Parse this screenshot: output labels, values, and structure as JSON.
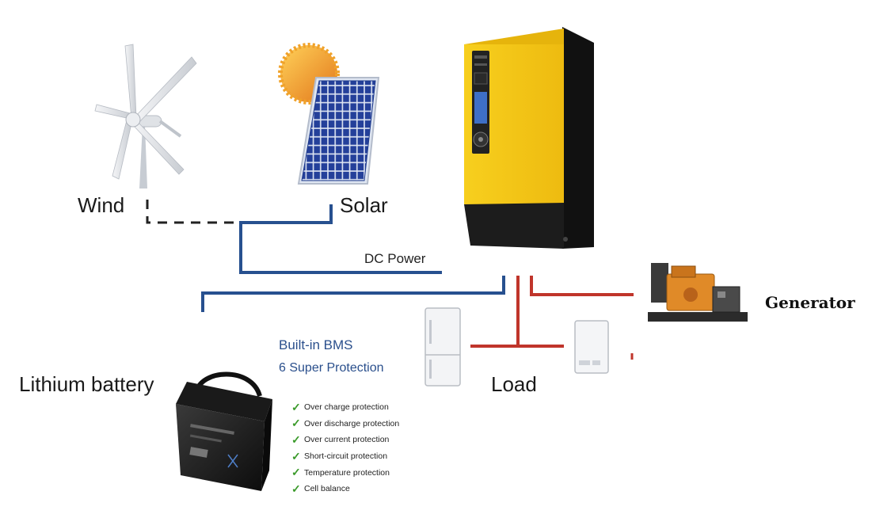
{
  "labels": {
    "wind": "Wind",
    "solar": "Solar",
    "dc_power": "DC Power",
    "generator": "Generator",
    "lithium_battery": "Lithium battery",
    "load": "Load",
    "bms_title": "Built-in BMS",
    "bms_subtitle": "6 Super Protection"
  },
  "protections": [
    "Over charge protection",
    "Over discharge protection",
    "Over current protection",
    "Short-circuit protection",
    "Temperature protection",
    "Cell balance"
  ],
  "icons": {
    "check": "✓"
  },
  "colors": {
    "dc_line": "#27508f",
    "ac_line": "#c0352b",
    "dashed_line": "#222222",
    "inverter_yellow": "#f5c518",
    "inverter_black": "#1c1c1c",
    "generator_orange": "#e08a28",
    "panel_blue": "#1e3a8c",
    "check_green": "#3a9a2a"
  }
}
